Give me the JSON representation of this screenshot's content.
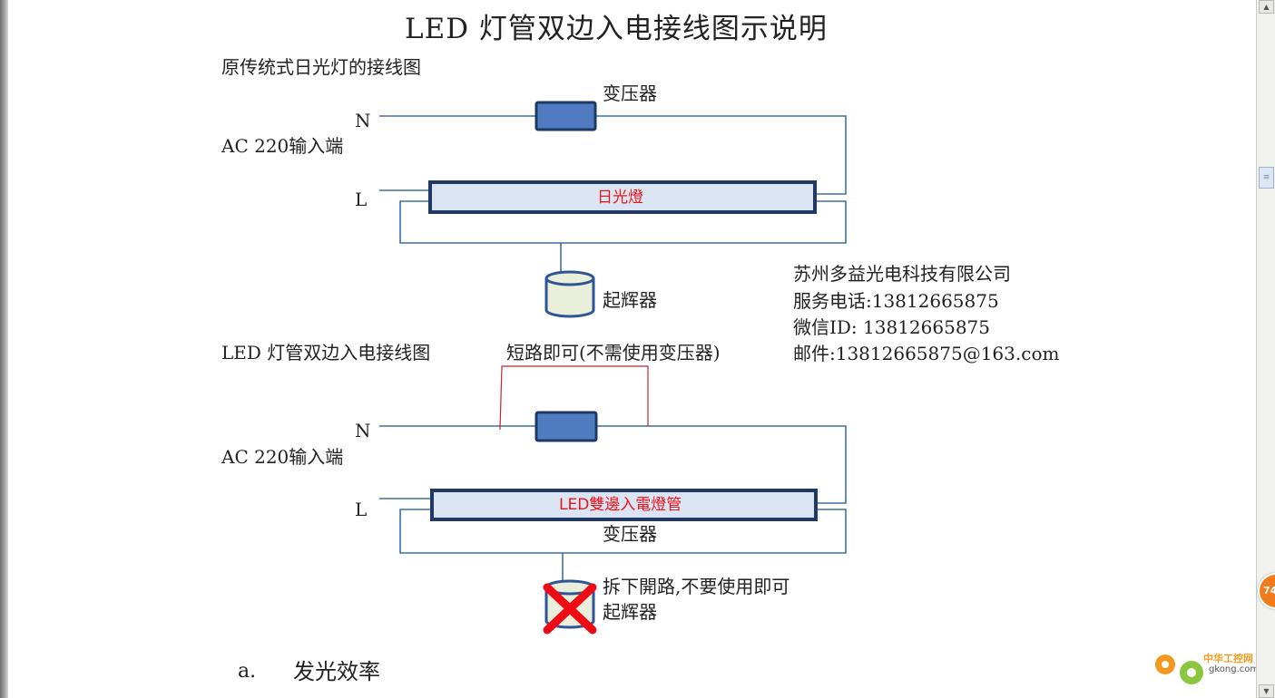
{
  "title": "LED 灯管双边入电接线图示说明",
  "section1": {
    "heading": "原传统式日光灯的接线图",
    "transformer_label": "变压器",
    "n_label": "N",
    "l_label": "L",
    "ac_label": "AC 220输入端",
    "tube_label": "日光燈",
    "starter_label": "起辉器"
  },
  "company": {
    "name": "苏州多益光电科技有限公司",
    "phone": "服务电话:13812665875",
    "wechat": "微信ID: 13812665875",
    "email": "邮件:13812665875@163.com"
  },
  "section2": {
    "heading": "LED 灯管双边入电接线图",
    "short_note": "短路即可(不需使用变压器)",
    "n_label": "N",
    "l_label": "L",
    "ac_label": "AC 220输入端",
    "tube_label": "LED雙邊入電燈管",
    "transformer_label": "变压器",
    "remove_note": "拆下開路,不要使用即可",
    "starter_label": "起辉器"
  },
  "footer": {
    "item_marker": "a.",
    "item_text": "发光效率"
  },
  "watermark": {
    "line1": "中华工控网",
    "line2": "gkong.com"
  },
  "ui": {
    "badge_count": "74"
  },
  "colors": {
    "line": "#3d6fa5",
    "tube_border": "#1f3864",
    "tube_fill": "#dbe4f2",
    "transformer_fill": "#4f7cc0",
    "short_wire": "#c0282d",
    "cross": "#ef0b14",
    "accent": "#f27b1c"
  }
}
